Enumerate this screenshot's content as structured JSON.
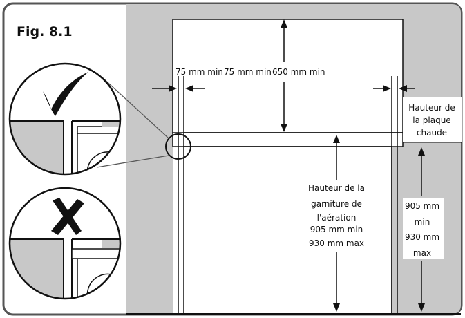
{
  "figure": {
    "title": "Fig. 8.1"
  },
  "dimensions": {
    "gap_left": "75 mm min",
    "gap_right": "75 mm min",
    "above": "650 mm min"
  },
  "hob_height_label": [
    "Hauteur de",
    "la plaque",
    "chaude"
  ],
  "vent_label": [
    "Hauteur de la",
    "garniture de",
    "l'aération",
    "905 mm min",
    "930 mm max"
  ],
  "right_label": [
    "905 mm",
    "min",
    "930 mm",
    "max"
  ],
  "icons": {
    "ok": "checkmark-icon",
    "bad": "cross-icon"
  },
  "colors": {
    "wall_grey": "#c8c8c8",
    "outline": "#111111",
    "frame_border": "#555555"
  }
}
